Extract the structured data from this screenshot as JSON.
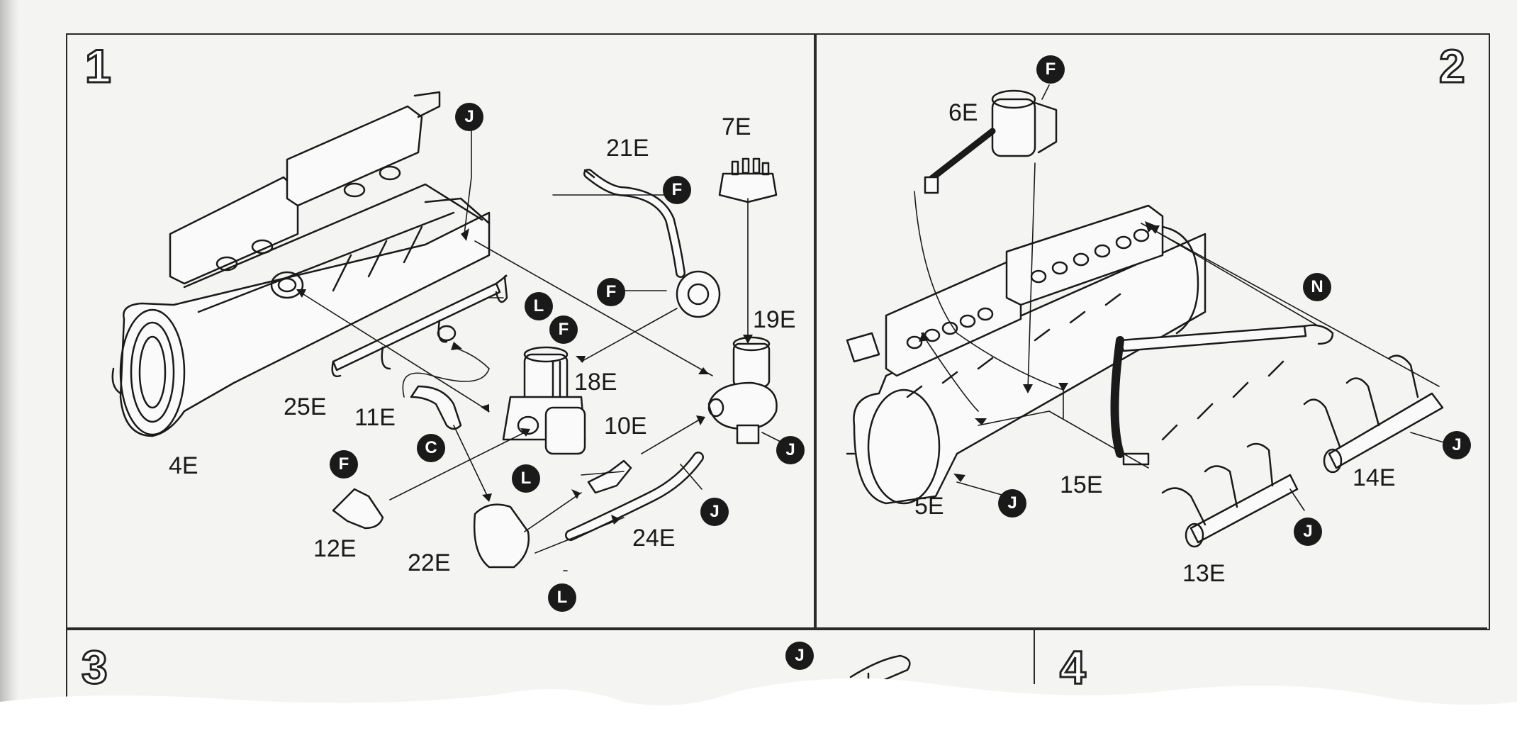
{
  "steps": [
    {
      "number": "1"
    },
    {
      "number": "2"
    },
    {
      "number": "3"
    },
    {
      "number": "4"
    }
  ],
  "parts": {
    "p4E": "4E",
    "p25E": "25E",
    "p11E": "11E",
    "p12E": "12E",
    "p22E": "22E",
    "p21E": "21E",
    "p7E": "7E",
    "p18E": "18E",
    "p10E": "10E",
    "p19E": "19E",
    "p24E": "24E",
    "p6E": "6E",
    "p5E": "5E",
    "p15E": "15E",
    "p13E": "13E",
    "p14E": "14E"
  },
  "tags": {
    "J": "J",
    "F": "F",
    "L": "L",
    "C": "C",
    "N": "N"
  },
  "colors": {
    "ink": "#1a1a1a",
    "paper": "#f4f4f2",
    "rule": "#2a2a2a"
  }
}
